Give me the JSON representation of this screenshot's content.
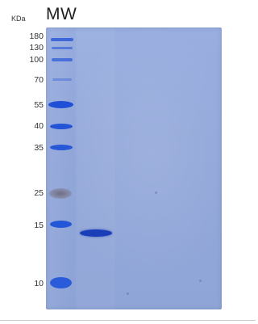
{
  "header": {
    "unit": "KDa",
    "title": "MW"
  },
  "markers": [
    {
      "label": "180"
    },
    {
      "label": "130"
    },
    {
      "label": "100"
    },
    {
      "label": "70"
    },
    {
      "label": "55"
    },
    {
      "label": "40"
    },
    {
      "label": "35"
    },
    {
      "label": "25"
    },
    {
      "label": "15"
    },
    {
      "label": "10"
    }
  ],
  "colors": {
    "gel_background": "#93a8da",
    "band_blue": "#1f4fd6",
    "band_dark_blue": "#1a3db8",
    "band_grey": "#7d7f9a"
  }
}
